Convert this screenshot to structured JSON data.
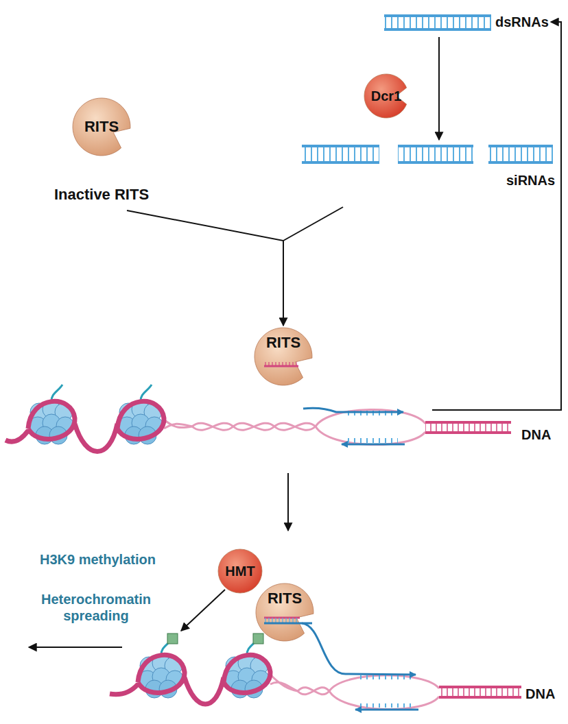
{
  "diagram": {
    "nodes": [
      {
        "text": [
          "Dcr1"
        ]
      },
      {
        "text": [
          "RITS",
          "Inactive RITS"
        ]
      },
      {
        "text": [
          "RITS"
        ]
      },
      {
        "text": [
          "HMT"
        ]
      },
      {
        "text": [
          "RITS"
        ]
      }
    ],
    "edges": [
      {
        "from": 1,
        "to": 2,
        "arrow": "to"
      }
    ],
    "labels": [
      "dsRNAs",
      "siRNAs",
      "DNA",
      "H3K9 methylation",
      "Heterochromatin spreading",
      "DNA"
    ]
  }
}
